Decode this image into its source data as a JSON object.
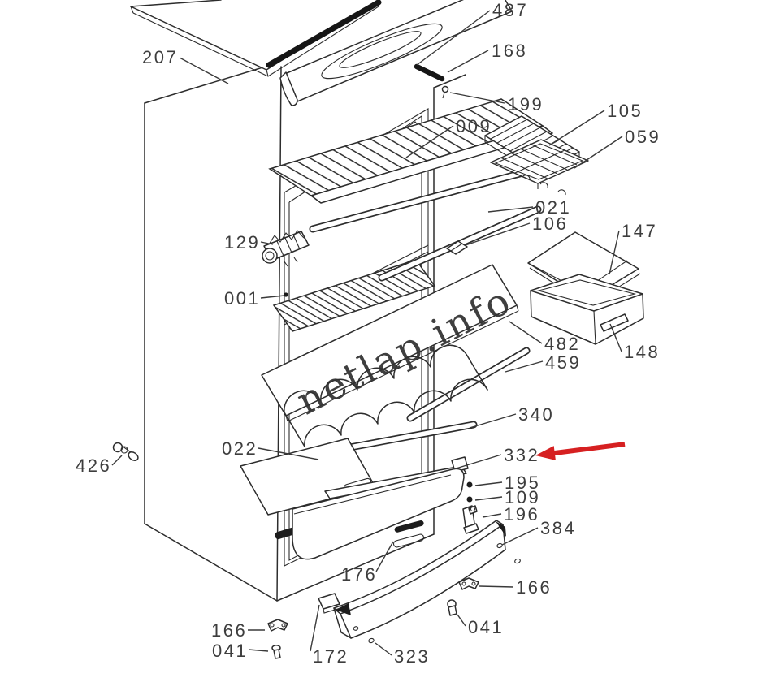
{
  "diagram": {
    "kind": "refrigerator exploded parts diagram",
    "watermark": "netlap.info",
    "arrow": {
      "color": "#d62021",
      "points_to_label": "332"
    },
    "labels": {
      "l207": "207",
      "l487": "487",
      "l168": "168",
      "l199": "199",
      "l009": "009",
      "l105": "105",
      "l059": "059",
      "l021": "021",
      "l106": "106",
      "l129": "129",
      "l001": "001",
      "l482": "482",
      "l459": "459",
      "l147": "147",
      "l148": "148",
      "l340": "340",
      "l332": "332",
      "l022": "022",
      "l426": "426",
      "l195": "195",
      "l109": "109",
      "l196": "196",
      "l384": "384",
      "l176": "176",
      "l166a": "166",
      "l041a": "041",
      "l323": "323",
      "l172": "172",
      "l166b": "166",
      "l041b": "041"
    }
  }
}
